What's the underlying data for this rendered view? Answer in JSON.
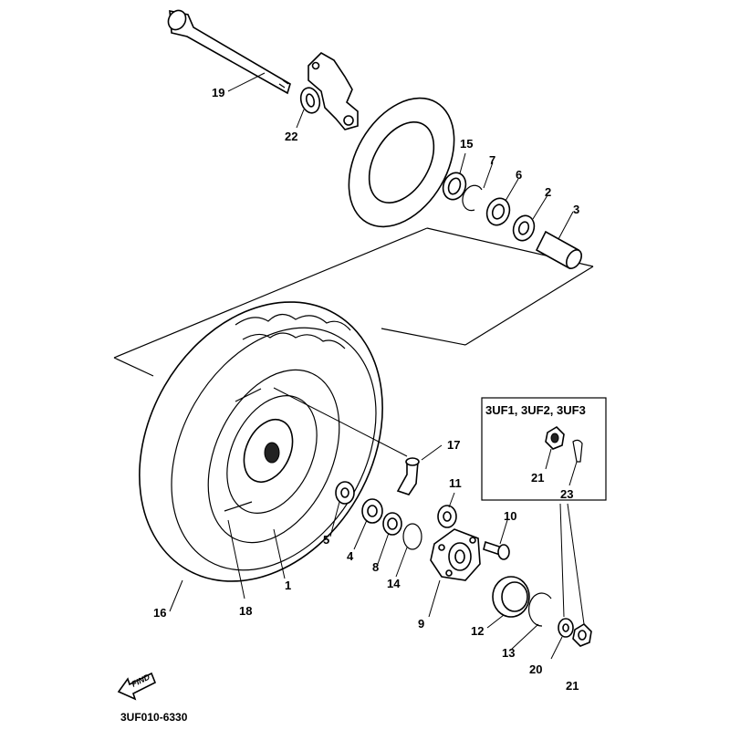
{
  "diagram": {
    "drawing_code": "3UF010-6330",
    "find_label": "FIND",
    "inset_title": "3UF1, 3UF2, 3UF3",
    "callouts": [
      "1",
      "2",
      "3",
      "4",
      "5",
      "6",
      "7",
      "8",
      "9",
      "10",
      "11",
      "12",
      "13",
      "14",
      "15",
      "16",
      "17",
      "18",
      "19",
      "20",
      "21",
      "22",
      "23"
    ],
    "inset_callouts": [
      "21",
      "23"
    ]
  }
}
